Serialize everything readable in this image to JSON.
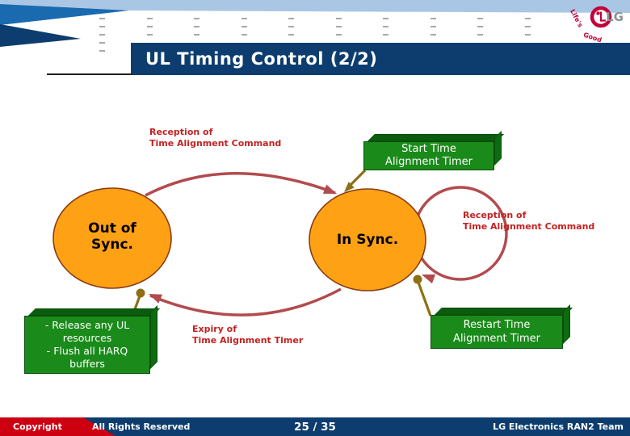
{
  "logo": {
    "lg_text": "LG",
    "tagline_top": "Life's",
    "tagline_bottom": "Good"
  },
  "header": {
    "title": "UL Timing Control (2/2)"
  },
  "diagram": {
    "states": {
      "out_of_sync": "Out of\nSync.",
      "in_sync": "In Sync."
    },
    "labels": {
      "reception_left": "Reception of\nTime Alignment Command",
      "reception_right": "Reception of\nTime Alignment Command",
      "expiry": "Expiry of\nTime Alignment Timer"
    },
    "boxes": {
      "start": "Start Time\nAlignment Timer",
      "restart": "Restart Time\nAlignment Timer",
      "release": "- Release any UL\nresources\n- Flush all HARQ\nbuffers"
    }
  },
  "footer": {
    "copyright": "Copyright",
    "rights": "All Rights Reserved",
    "page": "25 / 35",
    "team": "LG Electronics RAN2 Team"
  },
  "colors": {
    "navy": "#0d3d6e",
    "medium_blue": "#1a6ab0",
    "light_blue": "#a9c6e5",
    "state_fill": "#ffa115",
    "state_stroke": "#8a3c12",
    "arc_red": "#b24b4e",
    "label_red": "#c32322",
    "box_green": "#1a8b1a",
    "connector_olive": "#8f6e14",
    "footer_red": "#cc0011",
    "lg_red": "#c10038"
  }
}
